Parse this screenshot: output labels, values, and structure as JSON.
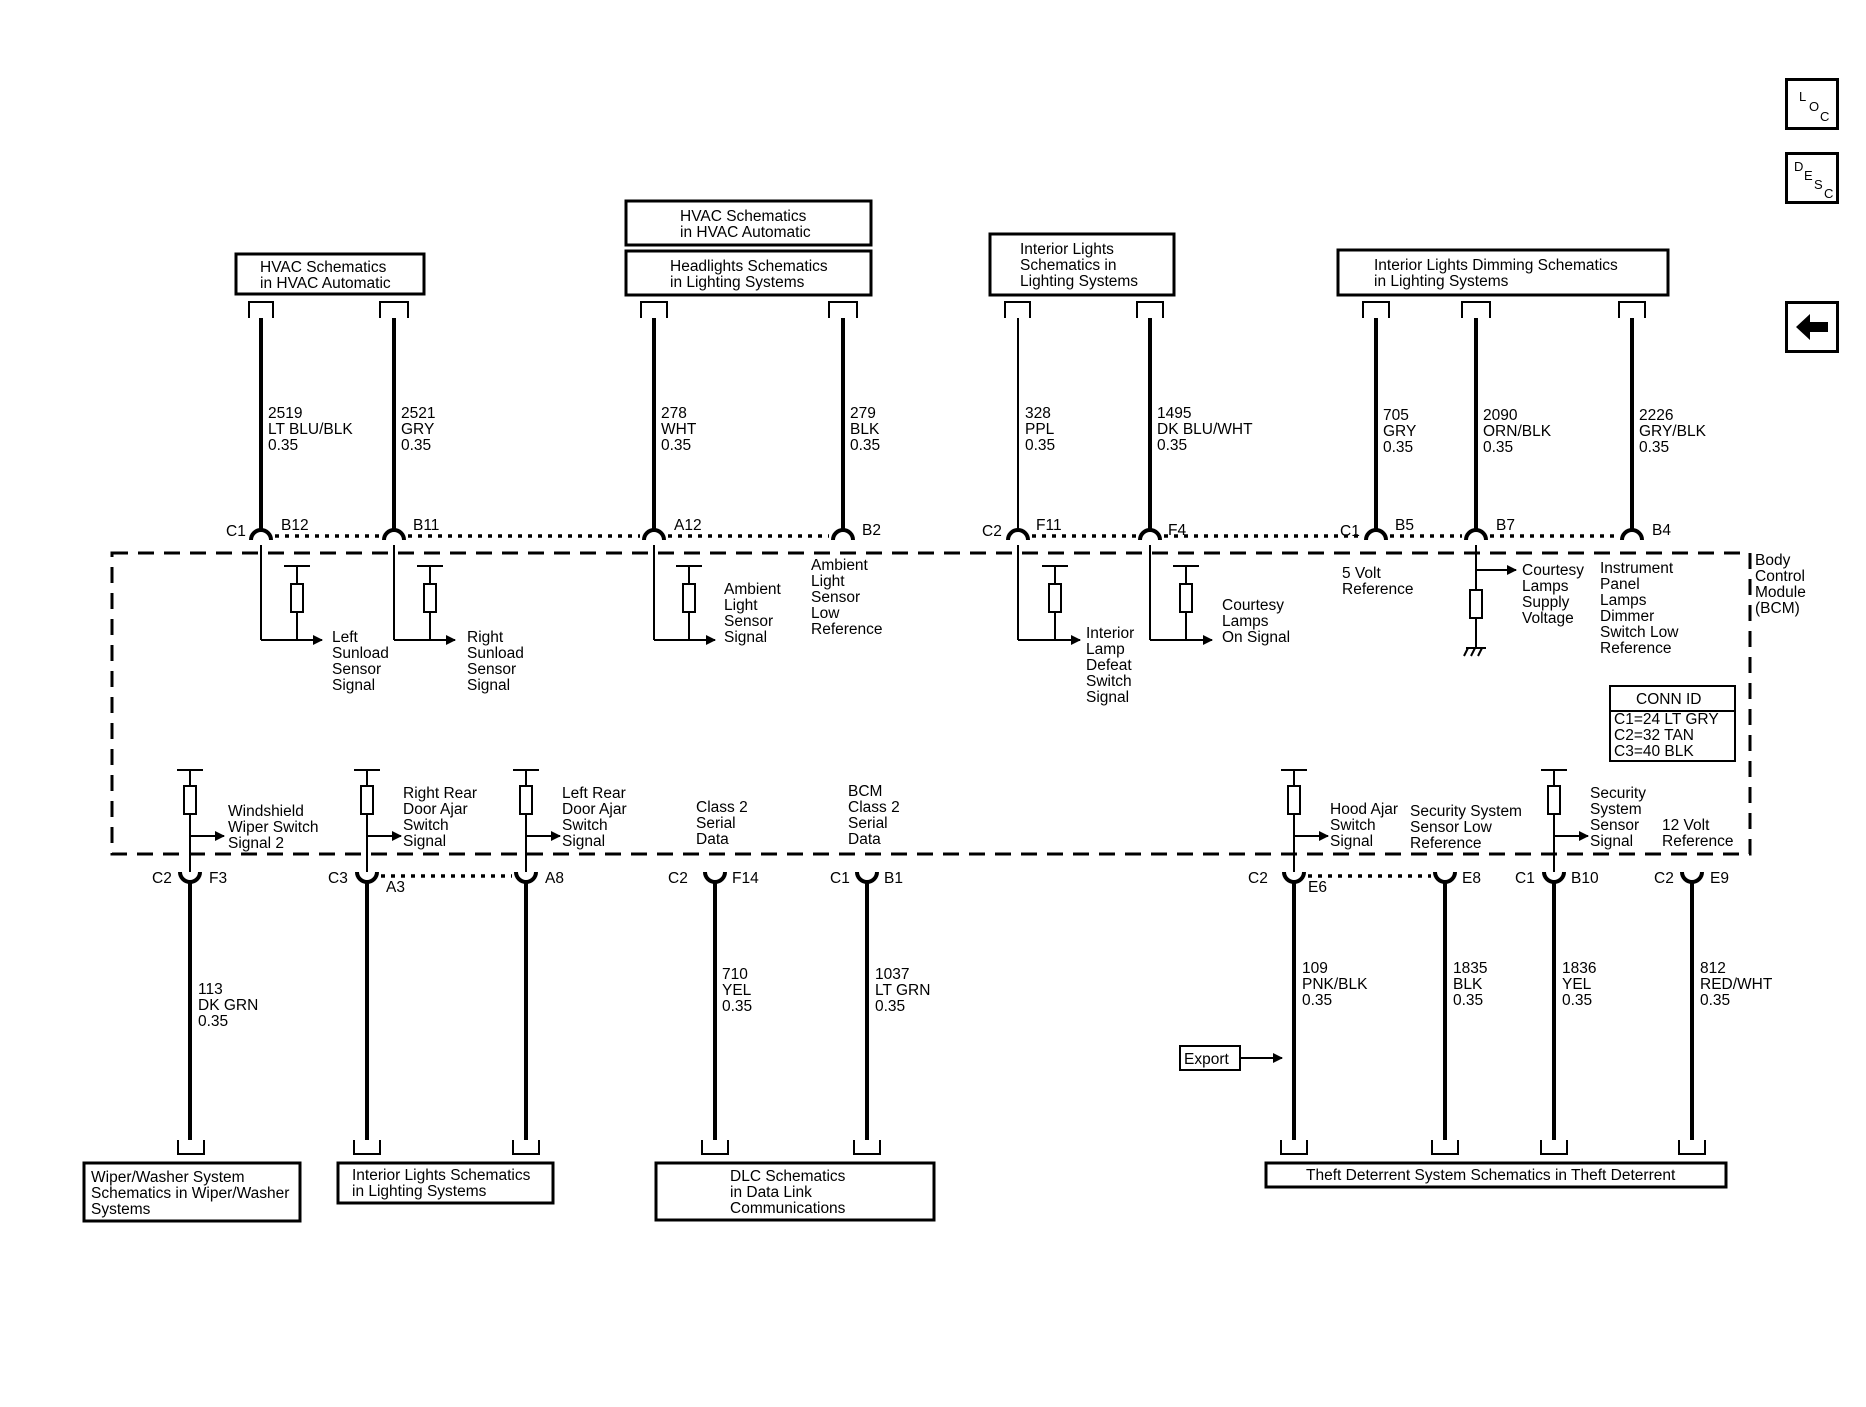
{
  "nav": {
    "loc": [
      "L",
      "O",
      "C"
    ],
    "desc": [
      "D",
      "E",
      "S",
      "C"
    ],
    "back_icon": "back-arrow-icon"
  },
  "module": {
    "name": [
      "Body",
      "Control",
      "Module",
      "(BCM)"
    ]
  },
  "conn_id": {
    "title": "CONN ID",
    "lines": [
      "C1=24 LT GRY",
      "C2=32 TAN",
      "C3=40 BLK"
    ]
  },
  "top_boxes": [
    {
      "id": "hvac1",
      "lines": [
        "HVAC Schematics",
        "in HVAC Automatic"
      ]
    },
    {
      "id": "hvac2",
      "lines": [
        "HVAC Schematics",
        "in HVAC Automatic"
      ]
    },
    {
      "id": "headlights",
      "lines": [
        "Headlights Schematics",
        "in Lighting Systems"
      ]
    },
    {
      "id": "interior",
      "lines": [
        "Interior Lights",
        "Schematics in",
        "Lighting Systems"
      ]
    },
    {
      "id": "dimming",
      "lines": [
        "Interior Lights Dimming Schematics",
        "in Lighting Systems"
      ]
    }
  ],
  "bottom_boxes": [
    {
      "id": "wiper",
      "lines": [
        "Wiper/Washer System",
        "Schematics in Wiper/Washer",
        "Systems"
      ]
    },
    {
      "id": "interior-bottom",
      "lines": [
        "Interior Lights Schematics",
        "in Lighting Systems"
      ]
    },
    {
      "id": "dlc",
      "lines": [
        "DLC Schematics",
        "in Data Link",
        "Communications"
      ]
    },
    {
      "id": "theft",
      "lines": [
        "Theft Deterrent System Schematics in Theft Deterrent"
      ]
    }
  ],
  "export_label": "Export",
  "top_wires": [
    {
      "circuit": "2519",
      "color": "LT BLU/BLK",
      "size": "0.35"
    },
    {
      "circuit": "2521",
      "color": "GRY",
      "size": "0.35"
    },
    {
      "circuit": "278",
      "color": "WHT",
      "size": "0.35"
    },
    {
      "circuit": "279",
      "color": "BLK",
      "size": "0.35"
    },
    {
      "circuit": "328",
      "color": "PPL",
      "size": "0.35"
    },
    {
      "circuit": "1495",
      "color": "DK BLU/WHT",
      "size": "0.35"
    },
    {
      "circuit": "705",
      "color": "GRY",
      "size": "0.35"
    },
    {
      "circuit": "2090",
      "color": "ORN/BLK",
      "size": "0.35"
    },
    {
      "circuit": "2226",
      "color": "GRY/BLK",
      "size": "0.35"
    }
  ],
  "bottom_wires": [
    {
      "circuit": "113",
      "color": "DK GRN",
      "size": "0.35"
    },
    {
      "circuit": "710",
      "color": "YEL",
      "size": "0.35"
    },
    {
      "circuit": "1037",
      "color": "LT GRN",
      "size": "0.35"
    },
    {
      "circuit": "109",
      "color": "PNK/BLK",
      "size": "0.35"
    },
    {
      "circuit": "1835",
      "color": "BLK",
      "size": "0.35"
    },
    {
      "circuit": "1836",
      "color": "YEL",
      "size": "0.35"
    },
    {
      "circuit": "812",
      "color": "RED/WHT",
      "size": "0.35"
    }
  ],
  "top_pins": [
    {
      "connector": "C1",
      "pin": "B12"
    },
    {
      "connector": "",
      "pin": "B11"
    },
    {
      "connector": "",
      "pin": "A12"
    },
    {
      "connector": "",
      "pin": "B2"
    },
    {
      "connector": "C2",
      "pin": "F11"
    },
    {
      "connector": "",
      "pin": "F4"
    },
    {
      "connector": "C1",
      "pin": "B5"
    },
    {
      "connector": "",
      "pin": "B7"
    },
    {
      "connector": "",
      "pin": "B4"
    }
  ],
  "bottom_pins": [
    {
      "connector": "C2",
      "pin": "F3"
    },
    {
      "connector": "C3",
      "pin": "A3"
    },
    {
      "connector": "",
      "pin": "A8"
    },
    {
      "connector": "C2",
      "pin": "F14"
    },
    {
      "connector": "C1",
      "pin": "B1"
    },
    {
      "connector": "C2",
      "pin": "E6"
    },
    {
      "connector": "",
      "pin": "E8"
    },
    {
      "connector": "C1",
      "pin": "B10"
    },
    {
      "connector": "C2",
      "pin": "E9"
    }
  ],
  "signals_top": [
    {
      "lines": [
        "Left",
        "Sunload",
        "Sensor",
        "Signal"
      ]
    },
    {
      "lines": [
        "Right",
        "Sunload",
        "Sensor",
        "Signal"
      ]
    },
    {
      "lines": [
        "Ambient",
        "Light",
        "Sensor",
        "Signal"
      ]
    },
    {
      "lines": [
        "Ambient",
        "Light",
        "Sensor",
        "Low",
        "Reference"
      ]
    },
    {
      "lines": [
        "Interior",
        "Lamp",
        "Defeat",
        "Switch",
        "Signal"
      ]
    },
    {
      "lines": [
        "Courtesy",
        "Lamps",
        "On Signal"
      ]
    },
    {
      "lines": [
        "5 Volt",
        "Reference"
      ]
    },
    {
      "lines": [
        "Courtesy",
        "Lamps",
        "Supply",
        "Voltage"
      ]
    },
    {
      "lines": [
        "Instrument",
        "Panel",
        "Lamps",
        "Dimmer",
        "Switch Low",
        "Reference"
      ]
    }
  ],
  "signals_bottom": [
    {
      "lines": [
        "Windshield",
        "Wiper Switch",
        "Signal 2"
      ]
    },
    {
      "lines": [
        "Right Rear",
        "Door Ajar",
        "Switch",
        "Signal"
      ]
    },
    {
      "lines": [
        "Left Rear",
        "Door Ajar",
        "Switch",
        "Signal"
      ]
    },
    {
      "lines": [
        "Class 2",
        "Serial",
        "Data"
      ]
    },
    {
      "lines": [
        "BCM",
        "Class 2",
        "Serial",
        "Data"
      ]
    },
    {
      "lines": [
        "Hood Ajar",
        "Switch",
        "Signal"
      ]
    },
    {
      "lines": [
        "Security System",
        "Sensor Low",
        "Reference"
      ]
    },
    {
      "lines": [
        "Security",
        "System",
        "Sensor",
        "Signal"
      ]
    },
    {
      "lines": [
        "12 Volt",
        "Reference"
      ]
    }
  ]
}
